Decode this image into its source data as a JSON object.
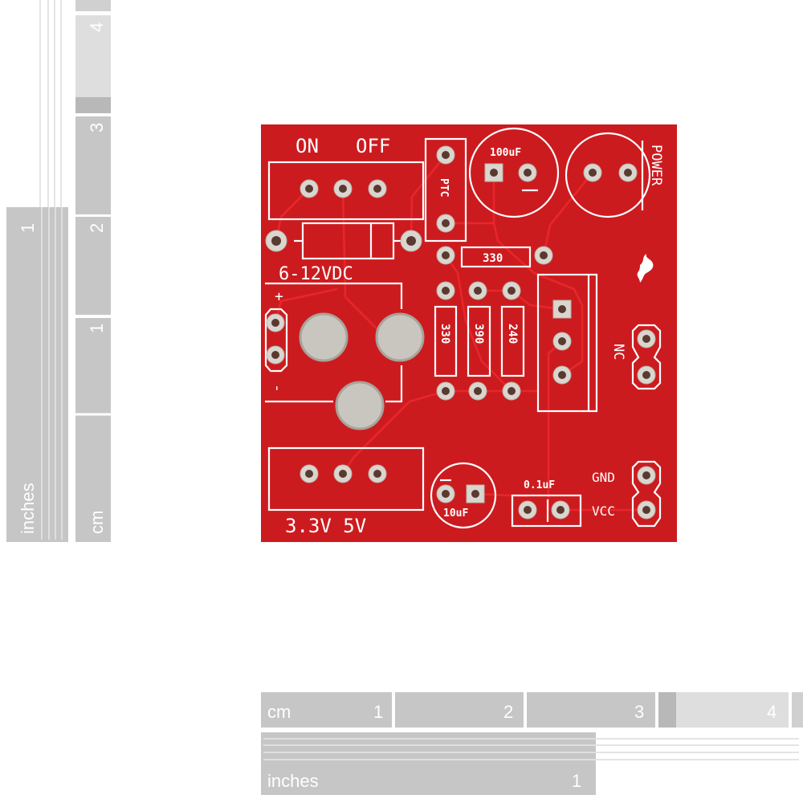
{
  "board": {
    "color": "#cc1b1f",
    "trace_color": "#e8262a",
    "labels": {
      "on": "ON",
      "off": "OFF",
      "ptc": "PTC",
      "cap_large": "100uF",
      "power": "POWER",
      "input_voltage": "6-12VDC",
      "plus": "+",
      "minus": "-",
      "res_top": "330",
      "res_1": "330",
      "res_2": "390",
      "res_3": "240",
      "nc": "NC",
      "voltage_select": "3.3V 5V",
      "cap_small": "10uF",
      "cap_ceramic": "0.1uF",
      "gnd": "GND",
      "vcc": "VCC"
    }
  },
  "rulers": {
    "color": "#c6c6c6",
    "left_inches": {
      "unit": "inches",
      "marks": [
        "1"
      ]
    },
    "left_cm": {
      "unit": "cm",
      "marks": [
        "1",
        "2",
        "3",
        "4"
      ]
    },
    "bottom_cm": {
      "unit": "cm",
      "marks": [
        "1",
        "2",
        "3",
        "4"
      ]
    },
    "bottom_inches": {
      "unit": "inches",
      "marks": [
        "1"
      ]
    }
  }
}
